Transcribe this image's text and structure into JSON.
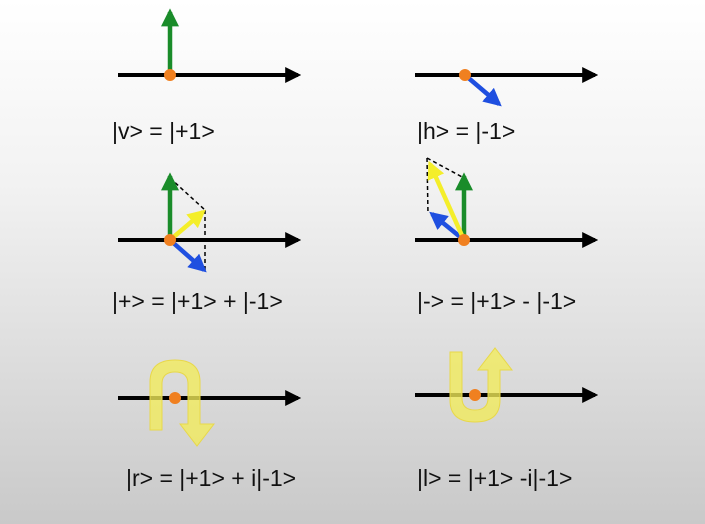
{
  "colors": {
    "axis": "#000000",
    "vertical": "#1a8c2a",
    "horizontal_neg": "#1f4fe0",
    "sum": "#f4ee2a",
    "origin_dot": "#f08020",
    "circular_band": "#f2ec5a",
    "dashed": "#000000"
  },
  "icons": {
    "axis": "arrow-right",
    "origin": "dot",
    "circular": "curved-band-arrow"
  },
  "panels": [
    {
      "id": "v",
      "label": "|v> = |+1>"
    },
    {
      "id": "h",
      "label": "|h> = |-1>"
    },
    {
      "id": "plus",
      "label": "|+> = |+1> + |-1>"
    },
    {
      "id": "minus",
      "label": "|-> = |+1> - |-1>"
    },
    {
      "id": "r",
      "label": "|r> = |+1> + i|-1>"
    },
    {
      "id": "l",
      "label": "|l> = |+1> -i|-1>"
    }
  ]
}
